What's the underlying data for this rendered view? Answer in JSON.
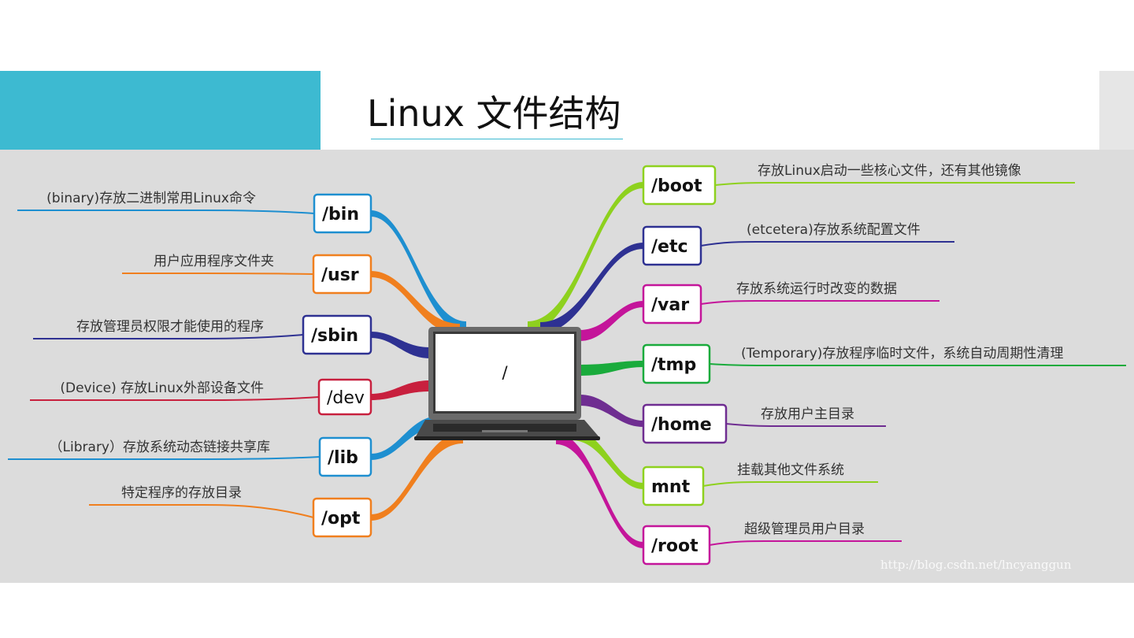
{
  "title": "Linux 文件结构",
  "root_label": "/",
  "watermark": "http://blog.csdn.net/lncyanggun",
  "colors": {
    "teal": "#3dbad1",
    "bin": "#1e8fd0",
    "usr": "#f07f1e",
    "sbin": "#2e3192",
    "dev": "#c8203e",
    "lib": "#1e8fd0",
    "opt": "#f07f1e",
    "boot": "#8ed11e",
    "etc": "#2e3192",
    "var": "#c4159a",
    "tmp": "#1aab3c",
    "home": "#6f2d91",
    "mnt": "#8ed11e",
    "root": "#c4159a"
  },
  "left_branches": [
    {
      "label": "/bin",
      "desc": "(binary)存放二进制常用Linux命令",
      "color": "#1e8fd0"
    },
    {
      "label": "/usr",
      "desc": "用户应用程序文件夹",
      "color": "#f07f1e"
    },
    {
      "label": "/sbin",
      "desc": "存放管理员权限才能使用的程序",
      "color": "#2e3192"
    },
    {
      "label": "/dev",
      "desc": "(Device) 存放Linux外部设备文件",
      "color": "#c8203e"
    },
    {
      "label": "/lib",
      "desc": "（Library）存放系统动态链接共享库",
      "color": "#1e8fd0"
    },
    {
      "label": "/opt",
      "desc": "特定程序的存放目录",
      "color": "#f07f1e"
    }
  ],
  "right_branches": [
    {
      "label": "/boot",
      "desc": "存放Linux启动一些核心文件，还有其他镜像",
      "color": "#8ed11e"
    },
    {
      "label": "/etc",
      "desc": "(etcetera)存放系统配置文件",
      "color": "#2e3192"
    },
    {
      "label": "/var",
      "desc": "存放系统运行时改变的数据",
      "color": "#c4159a"
    },
    {
      "label": "/tmp",
      "desc": "(Temporary)存放程序临时文件，系统自动周期性清理",
      "color": "#1aab3c"
    },
    {
      "label": "/home",
      "desc": "存放用户主目录",
      "color": "#6f2d91"
    },
    {
      "label": "mnt",
      "desc": "挂载其他文件系统",
      "color": "#8ed11e"
    },
    {
      "label": "/root",
      "desc": "超级管理员用户目录",
      "color": "#c4159a"
    }
  ]
}
